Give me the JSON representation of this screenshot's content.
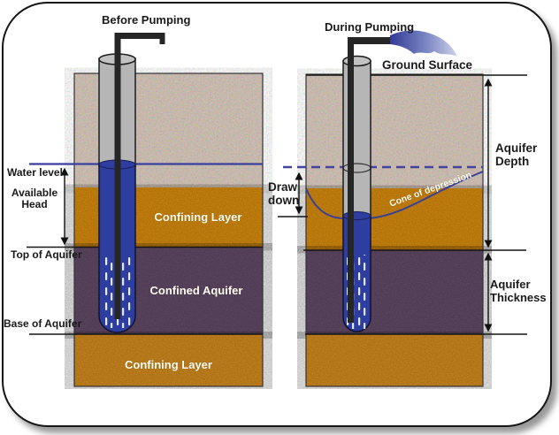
{
  "left_panel": {
    "title": "Before Pumping",
    "water_level_label": "Water level",
    "available_head_line1": "Available",
    "available_head_line2": "Head",
    "top_of_aquifer_label": "Top of Aquifer",
    "base_of_aquifer_label": "Base of Aquifer",
    "layers": {
      "confining_upper": "Confining Layer",
      "confined_aquifer": "Confined Aquifer",
      "confining_lower": "Confining Layer"
    }
  },
  "right_panel": {
    "title": "During Pumping",
    "ground_surface_label": "Ground Surface",
    "drawdown_line1": "Draw",
    "drawdown_line2": "down",
    "cone_label": "Cone of depression",
    "aquifer_depth_line1": "Aquifer",
    "aquifer_depth_line2": "Depth",
    "aquifer_thickness_line1": "Aquifer",
    "aquifer_thickness_line2": "Thickness"
  },
  "colors": {
    "sand": "#cab7a9",
    "confining_orange": "#e2930f",
    "aquifer_purple": "#6a5070",
    "well_water_blue": "#2e3da0",
    "casing_gray": "#b6b6b6",
    "water_table_blue": "#3a3f9f",
    "dashed_water_level": "#42429f",
    "outline_black": "#1a1a1a"
  }
}
